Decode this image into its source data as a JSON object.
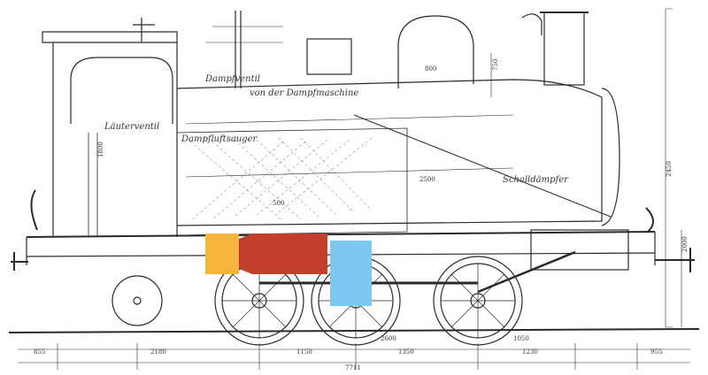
{
  "labels": {
    "dampfventil": "Dampfventil",
    "von_dampfmaschine": "von der Dampfmaschine",
    "dampfluftsauger": "Dampfluftsauger",
    "laeuterventil": "Läuterventil",
    "schalldaempfer": "Schalldämpfer",
    "dim_2500": "2500",
    "dim_2450": "2450",
    "dim_2000": "2000",
    "dim_1050": "1050",
    "dim_750": "750",
    "dim_800": "800",
    "dim_500": "500",
    "dim_2600": "2600",
    "dim_1800": "1800",
    "dim_2180": "2180",
    "dim_1150": "1150",
    "dim_1350": "1350",
    "dim_1230": "1230",
    "dim_955": "955",
    "dim_855": "855",
    "dim_7711": "7711"
  },
  "overlay_colors": {
    "yellow": "#f5b43b",
    "red": "#c0402a",
    "blue": "#7cc8f0"
  }
}
